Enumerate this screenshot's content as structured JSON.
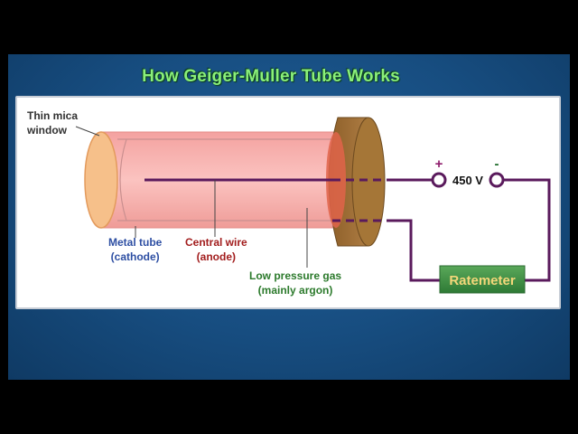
{
  "title": "How Geiger-Muller Tube Works",
  "labels": {
    "window": [
      "Thin mica",
      "window"
    ],
    "metal_tube": [
      "Metal tube",
      "(cathode)"
    ],
    "central_wire": [
      "Central wire",
      "(anode)"
    ],
    "gas": [
      "Low pressure gas",
      "(mainly argon)"
    ]
  },
  "supply": {
    "voltage": "450 V",
    "plus": "+",
    "minus": "-"
  },
  "ratemeter": "Ratemeter",
  "colors": {
    "title": "#8af07a",
    "tube_fill": "#f7aaa6",
    "window": "#f6c08a",
    "cap": "#a47339",
    "wire": "#5a1a5c",
    "ratemeter_box": "#3e8e44",
    "ratemeter_text": "#f4d77a",
    "metal_tube_label": "#2e4fa3",
    "central_wire_label": "#a21d1d",
    "gas_label": "#2c7a2c"
  }
}
